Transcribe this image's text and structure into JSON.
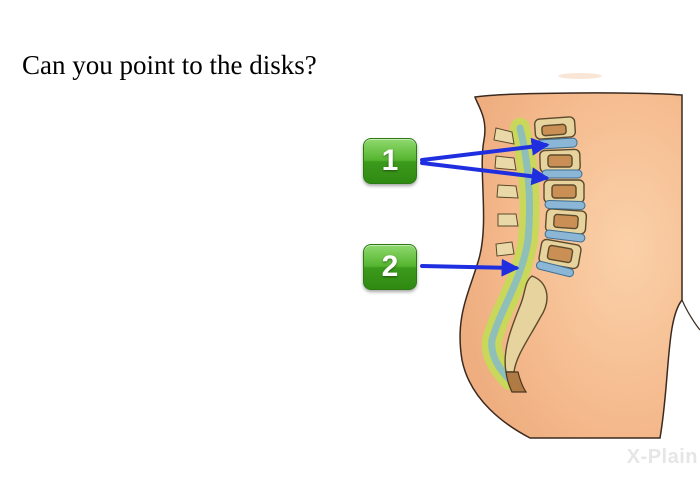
{
  "question": "Can you point to the disks?",
  "answers": [
    {
      "label": "1"
    },
    {
      "label": "2"
    }
  ],
  "brand": "X-Plain",
  "colors": {
    "button_green": "#55b52f",
    "arrow_blue": "#1f2fe0",
    "skin": "#f6c49a"
  },
  "icons": {
    "illustration": "lumbar-spine-side-view-illustration",
    "arrow": "pointer-arrow-icon"
  }
}
